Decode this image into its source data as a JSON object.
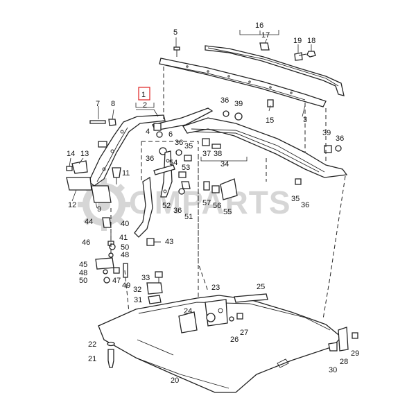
{
  "watermark": {
    "text": "OMPARTS",
    "color": "#d3d3d3"
  },
  "highlight_color": "#e02020",
  "labels": {
    "l1": "1",
    "l2": "2",
    "l3": "3",
    "l4": "4",
    "l5": "5",
    "l6": "6",
    "l7": "7",
    "l8": "8",
    "l9": "9",
    "l11": "11",
    "l12": "12",
    "l13": "13",
    "l14": "14",
    "l15": "15",
    "l16": "16",
    "l17": "17",
    "l18": "18",
    "l19": "19",
    "l20": "20",
    "l21": "21",
    "l22": "22",
    "l23": "23",
    "l24": "24",
    "l25": "25",
    "l26": "26",
    "l27": "27",
    "l28": "28",
    "l29": "29",
    "l30": "30",
    "l31": "31",
    "l32": "32",
    "l33": "33",
    "l34": "34",
    "l35a": "35",
    "l35b": "35",
    "l36a": "36",
    "l36b": "36",
    "l36c": "36",
    "l36d": "36",
    "l36e": "36",
    "l37": "37",
    "l38": "38",
    "l39a": "39",
    "l39b": "39",
    "l40": "40",
    "l41": "41",
    "l43": "43",
    "l44": "44",
    "l45": "45",
    "l46": "46",
    "l47": "47",
    "l48a": "48",
    "l48b": "48",
    "l49": "49",
    "l50a": "50",
    "l50b": "50",
    "l51": "51",
    "l52": "52",
    "l53": "53",
    "l54": "54",
    "l55": "55",
    "l56": "56",
    "l57": "57"
  }
}
